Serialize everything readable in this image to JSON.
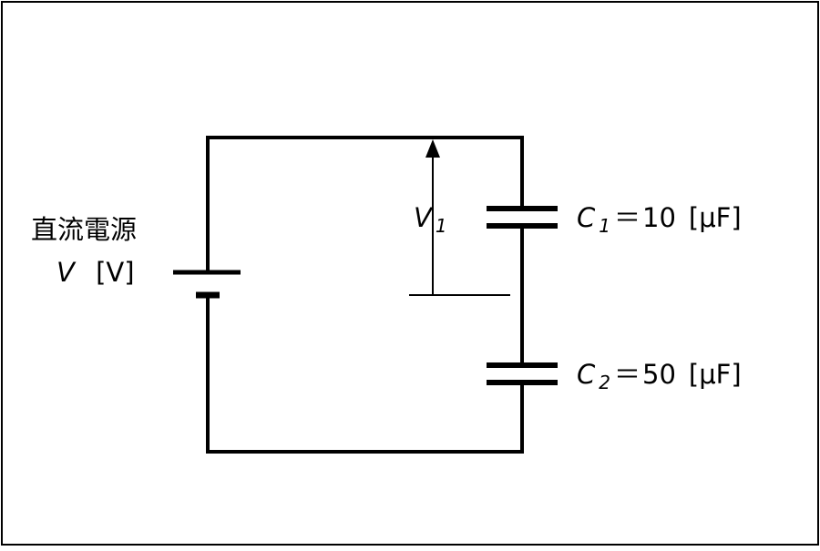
{
  "source": {
    "name_label": "直流電源",
    "symbol": "V",
    "unit": "[V]"
  },
  "voltage_marker": {
    "symbol": "V",
    "subscript": "1"
  },
  "capacitors": [
    {
      "symbol": "C",
      "subscript": "1",
      "equals": "＝",
      "value": "10",
      "unit": "[μF]"
    },
    {
      "symbol": "C",
      "subscript": "2",
      "equals": "＝",
      "value": "50",
      "unit": "[μF]"
    }
  ]
}
